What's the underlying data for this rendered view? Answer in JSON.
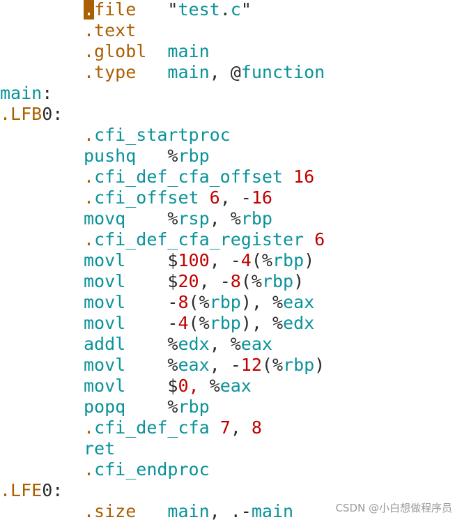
{
  "editor": {
    "colors": {
      "directive": "#aa5f00",
      "identifier": "#0a929a",
      "number": "#c00000",
      "punctuation": "#2b2b2b",
      "cursor_bg": "#aa5f00",
      "background": "#ffffff"
    },
    "lines": [
      [
        {
          "c": "cursor",
          "t": "."
        },
        {
          "c": "kw",
          "t": "file   "
        },
        {
          "c": "pn",
          "t": "\""
        },
        {
          "c": "fn",
          "t": "test"
        },
        {
          "c": "pn",
          "t": "."
        },
        {
          "c": "fn",
          "t": "c"
        },
        {
          "c": "pn",
          "t": "\""
        }
      ],
      [
        {
          "c": "kw",
          "t": ".text"
        }
      ],
      [
        {
          "c": "kw",
          "t": ".globl  "
        },
        {
          "c": "fn",
          "t": "main"
        }
      ],
      [
        {
          "c": "kw",
          "t": ".type   "
        },
        {
          "c": "fn",
          "t": "main"
        },
        {
          "c": "pn",
          "t": ", @"
        },
        {
          "c": "fn",
          "t": "function"
        }
      ],
      [
        {
          "c": "fn",
          "t": "main"
        },
        {
          "c": "pn",
          "t": ":"
        }
      ],
      [
        {
          "c": "kw",
          "t": ".LFB"
        },
        {
          "c": "pn",
          "t": "0:"
        }
      ],
      [
        {
          "c": "kw",
          "t": "."
        },
        {
          "c": "fn",
          "t": "cfi_startproc"
        }
      ],
      [
        {
          "c": "fn",
          "t": "pushq   "
        },
        {
          "c": "pn",
          "t": "%"
        },
        {
          "c": "fn",
          "t": "rbp"
        }
      ],
      [
        {
          "c": "kw",
          "t": "."
        },
        {
          "c": "fn",
          "t": "cfi_def_cfa_offset "
        },
        {
          "c": "num",
          "t": "16"
        }
      ],
      [
        {
          "c": "kw",
          "t": "."
        },
        {
          "c": "fn",
          "t": "cfi_offset "
        },
        {
          "c": "num",
          "t": "6"
        },
        {
          "c": "pn",
          "t": ", -"
        },
        {
          "c": "num",
          "t": "16"
        }
      ],
      [
        {
          "c": "fn",
          "t": "movq    "
        },
        {
          "c": "pn",
          "t": "%"
        },
        {
          "c": "fn",
          "t": "rsp"
        },
        {
          "c": "pn",
          "t": ", %"
        },
        {
          "c": "fn",
          "t": "rbp"
        }
      ],
      [
        {
          "c": "kw",
          "t": "."
        },
        {
          "c": "fn",
          "t": "cfi_def_cfa_register "
        },
        {
          "c": "num",
          "t": "6"
        }
      ],
      [
        {
          "c": "fn",
          "t": "movl    "
        },
        {
          "c": "pn",
          "t": "$"
        },
        {
          "c": "num",
          "t": "100"
        },
        {
          "c": "pn",
          "t": ", -"
        },
        {
          "c": "num",
          "t": "4"
        },
        {
          "c": "pn",
          "t": "(%"
        },
        {
          "c": "fn",
          "t": "rbp"
        },
        {
          "c": "pn",
          "t": ")"
        }
      ],
      [
        {
          "c": "fn",
          "t": "movl    "
        },
        {
          "c": "pn",
          "t": "$"
        },
        {
          "c": "num",
          "t": "20"
        },
        {
          "c": "pn",
          "t": ", -"
        },
        {
          "c": "num",
          "t": "8"
        },
        {
          "c": "pn",
          "t": "(%"
        },
        {
          "c": "fn",
          "t": "rbp"
        },
        {
          "c": "pn",
          "t": ")"
        }
      ],
      [
        {
          "c": "fn",
          "t": "movl    "
        },
        {
          "c": "pn",
          "t": "-"
        },
        {
          "c": "num",
          "t": "8"
        },
        {
          "c": "pn",
          "t": "(%"
        },
        {
          "c": "fn",
          "t": "rbp"
        },
        {
          "c": "pn",
          "t": "), %"
        },
        {
          "c": "fn",
          "t": "eax"
        }
      ],
      [
        {
          "c": "fn",
          "t": "movl    "
        },
        {
          "c": "pn",
          "t": "-"
        },
        {
          "c": "num",
          "t": "4"
        },
        {
          "c": "pn",
          "t": "(%"
        },
        {
          "c": "fn",
          "t": "rbp"
        },
        {
          "c": "pn",
          "t": "), %"
        },
        {
          "c": "fn",
          "t": "edx"
        }
      ],
      [
        {
          "c": "fn",
          "t": "addl    "
        },
        {
          "c": "pn",
          "t": "%"
        },
        {
          "c": "fn",
          "t": "edx"
        },
        {
          "c": "pn",
          "t": ", %"
        },
        {
          "c": "fn",
          "t": "eax"
        }
      ],
      [
        {
          "c": "fn",
          "t": "movl    "
        },
        {
          "c": "pn",
          "t": "%"
        },
        {
          "c": "fn",
          "t": "eax"
        },
        {
          "c": "pn",
          "t": ", -"
        },
        {
          "c": "num",
          "t": "12"
        },
        {
          "c": "pn",
          "t": "(%"
        },
        {
          "c": "fn",
          "t": "rbp"
        },
        {
          "c": "pn",
          "t": ")"
        }
      ],
      [
        {
          "c": "fn",
          "t": "movl    "
        },
        {
          "c": "pn",
          "t": "$"
        },
        {
          "c": "num",
          "t": "0, "
        },
        {
          "c": "pn",
          "t": "%"
        },
        {
          "c": "fn",
          "t": "eax"
        }
      ],
      [
        {
          "c": "fn",
          "t": "popq    "
        },
        {
          "c": "pn",
          "t": "%"
        },
        {
          "c": "fn",
          "t": "rbp"
        }
      ],
      [
        {
          "c": "kw",
          "t": "."
        },
        {
          "c": "fn",
          "t": "cfi_def_cfa "
        },
        {
          "c": "num",
          "t": "7"
        },
        {
          "c": "pn",
          "t": ", "
        },
        {
          "c": "num",
          "t": "8"
        }
      ],
      [
        {
          "c": "fn",
          "t": "ret"
        }
      ],
      [
        {
          "c": "kw",
          "t": "."
        },
        {
          "c": "fn",
          "t": "cfi_endproc"
        }
      ],
      [
        {
          "c": "kw",
          "t": ".LFE"
        },
        {
          "c": "pn",
          "t": "0:"
        }
      ],
      [
        {
          "c": "kw",
          "t": ".size   "
        },
        {
          "c": "fn",
          "t": "main"
        },
        {
          "c": "pn",
          "t": ", .-"
        },
        {
          "c": "fn",
          "t": "main"
        }
      ]
    ]
  },
  "watermark": {
    "text": "CSDN @小白想做程序员"
  }
}
